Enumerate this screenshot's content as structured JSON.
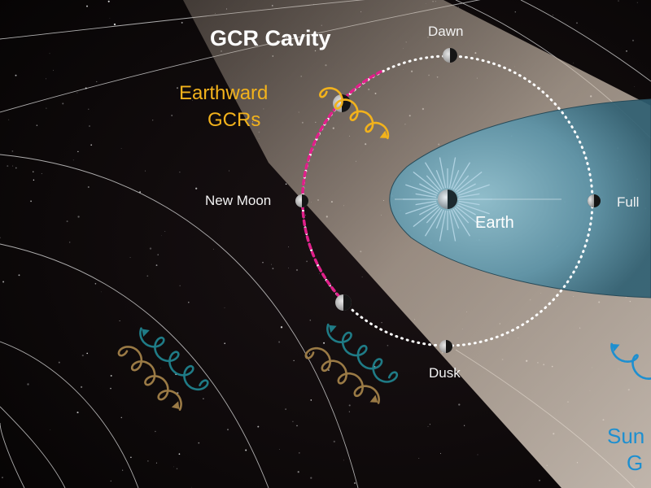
{
  "diagram": {
    "title": "GCR Cavity",
    "phases": {
      "dawn": "Dawn",
      "new_moon": "New Moon",
      "full": "Full",
      "dusk": "Dusk"
    },
    "earth_label": "Earth",
    "earthward_label": [
      "Earthward",
      "GCRs"
    ],
    "sunward_label": [
      "Sun",
      "G"
    ]
  },
  "colors": {
    "background": "#0b0809",
    "cavity_glow": "#d8c8b8",
    "magnetosphere": "#5d97ad",
    "orbit_dots": "#ffffff",
    "cavity_orbit_arc": "#e0208a",
    "earthward_gcr": "#f2b21c",
    "sunward_gcr": "#1d8fd0",
    "teal_gcr": "#1f7b86",
    "brown_gcr": "#9a7a45"
  }
}
